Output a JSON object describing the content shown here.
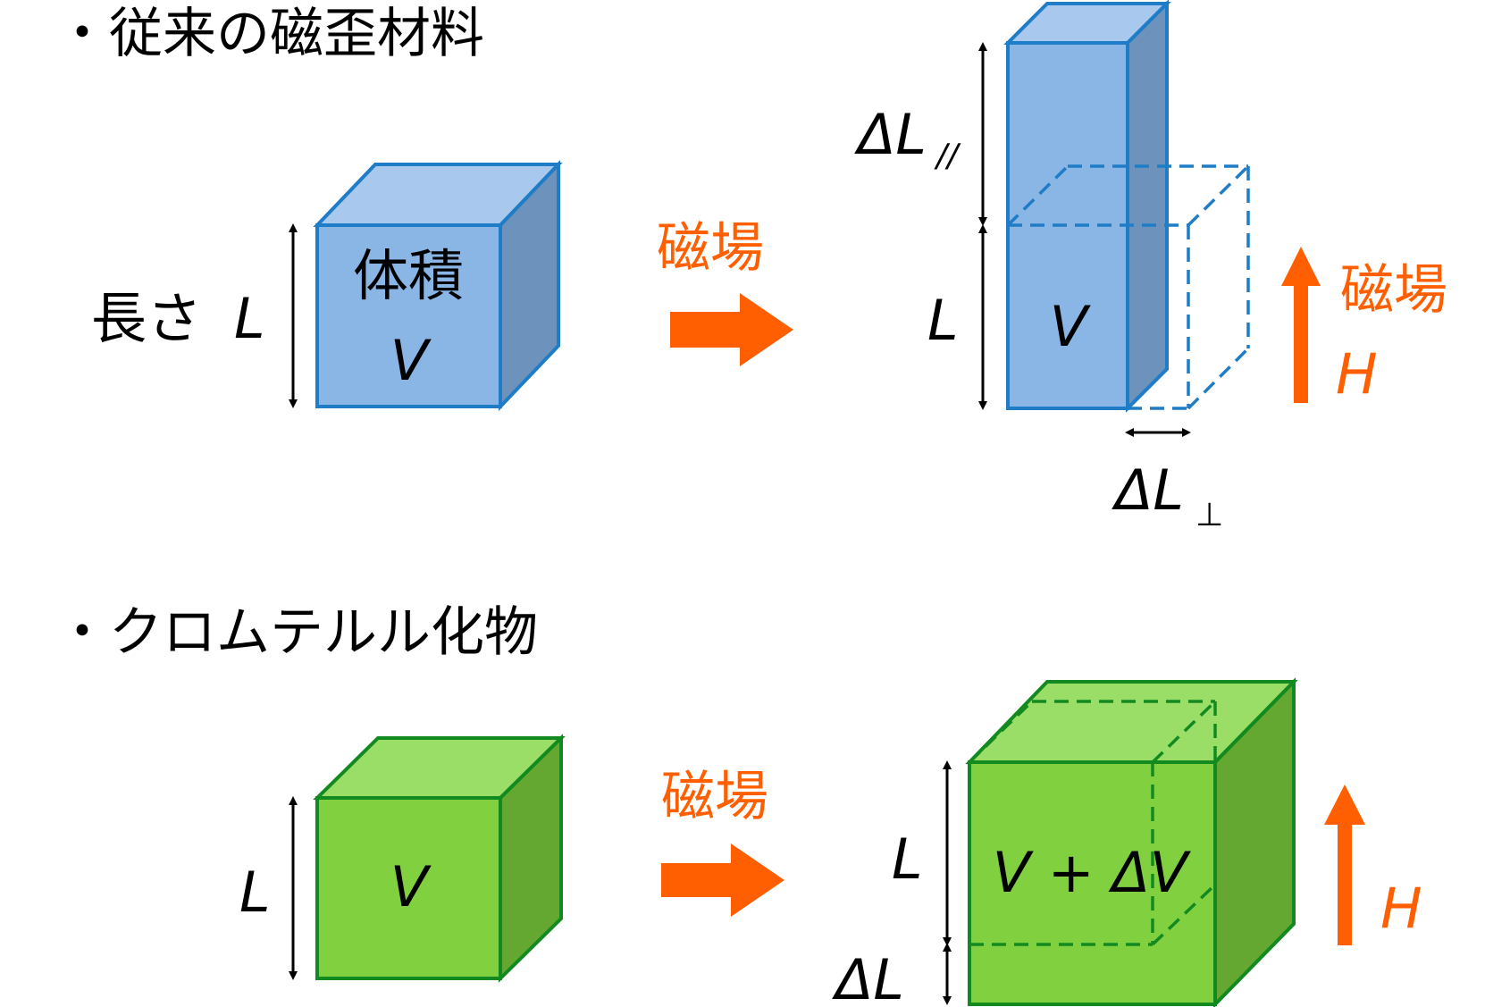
{
  "colors": {
    "blue_front": "#8ab6e6",
    "blue_top": "#a8c8ee",
    "blue_side": "#6d93bc",
    "blue_stroke": "#1f7cc6",
    "green_front": "#80d040",
    "green_top": "#9ade68",
    "green_side": "#64a832",
    "green_stroke": "#138a20",
    "orange": "#ff5f00",
    "text": "#000000"
  },
  "section_conventional": {
    "heading": "・従来の磁歪材料",
    "label_length": "長さ",
    "label_L": "L",
    "label_volume": "体積",
    "label_V": "V",
    "field_arrow_label": "磁場",
    "label_delta_L_parallel": "ΔL",
    "label_parallel_sub": "//",
    "label_L_right": "L",
    "label_V_right": "V",
    "label_delta_L_perp": "ΔL",
    "label_perp_sub": "⊥",
    "field_vertical_label": "磁場",
    "field_H": "H"
  },
  "section_chromium_telluride": {
    "heading": "・クロムテルル化物",
    "label_L": "L",
    "label_V": "V",
    "field_arrow_label": "磁場",
    "label_L_right": "L",
    "label_delta_L": "ΔL",
    "label_V_plus_dV": "V + ΔV",
    "field_H": "H"
  }
}
